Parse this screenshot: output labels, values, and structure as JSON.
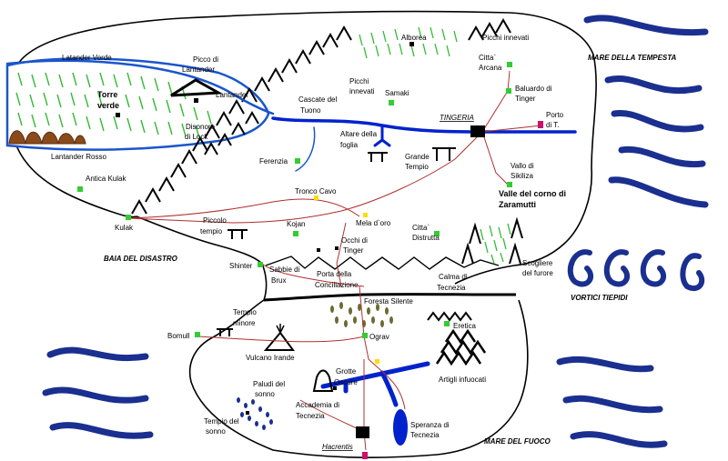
{
  "colors": {
    "sea_waves": "#1a2f8f",
    "river": "#0022cc",
    "road": "#b03030",
    "coast": "#000000",
    "forest": "#33bb33",
    "village": "#33cc33",
    "city": "#000000",
    "port": "#cc1166",
    "mine": "#ffdd00",
    "marsh": "#1a2f8f"
  },
  "seas": {
    "tempesta": "MARE DELLA TEMPESTA",
    "vortici": "VORTICI TIEPIDI",
    "disastro": "BAIA DEL DISASTRO",
    "fuoco": "MARE DEL FUOCO"
  },
  "cities": {
    "tingeria": "TINGERIA",
    "hacrentis": "Hacrentis"
  },
  "places": {
    "latander_verde": "Latander Verde",
    "picco_1": "Picco di",
    "picco_2": "Lantander",
    "lantander": "Lantander",
    "torre_1": "Torre",
    "torre_2": "verde",
    "disonore_1": "Disonore",
    "disonore_2": "di Lock",
    "lantander_rosso": "Lantander Rosso",
    "antica_kulak": "Antica Kulak",
    "kulak": "Kulak",
    "alborea": "Alborea",
    "picchi_innevati": "Picchi innevati",
    "picchi_1": "Picchi",
    "picchi_2": "innevati",
    "cascate_1": "Cascate del",
    "cascate_2": "Tuono",
    "samaki": "Samaki",
    "citta_arcana_1": "Citta`",
    "citta_arcana_2": "Arcana",
    "baluardo_1": "Baluardo di",
    "baluardo_2": "Tinger",
    "porto_1": "Porto",
    "porto_2": "di T.",
    "altare_1": "Altare della",
    "altare_2": "foglia",
    "grande_1": "Grande",
    "grande_2": "Tempio",
    "ferenzia": "Ferenzia",
    "vallo_1": "Vallo di",
    "vallo_2": "Sikiliza",
    "valle_1": "Valle del corno di",
    "valle_2": "Zaramutti",
    "tronco": "Tronco Cavo",
    "piccolo_1": "Piccolo",
    "piccolo_2": "tempio",
    "kojan": "Kojan",
    "mela": "Mela d`oro",
    "citta_distrutta_1": "Citta`",
    "citta_distrutta_2": "Distrutta",
    "occhi_1": "Occhi di",
    "occhi_2": "Tinger",
    "shinter": "Shinter",
    "sabbie_1": "Sabbie di",
    "sabbie_2": "Brux",
    "porta_1": "Porta della",
    "porta_2": "Conciliazione",
    "calma_1": "Calma di",
    "calma_2": "Tecnezia",
    "scogliere": "Scogliere",
    "furore": "del furore",
    "foresta_silente": "Foresta Silente",
    "eretica": "Eretica",
    "tempio_minore_1": "Tempio",
    "tempio_minore_2": "minore",
    "bomull": "Bomull",
    "ograv": "Ograv",
    "vulcano": "Vulcano Irande",
    "grotte_1": "Grotte",
    "grotte_2": "Oscure",
    "artigli": "Artigli infuocati",
    "paludi_1": "Paludi del",
    "paludi_2": "sonno",
    "accademia_1": "Accademia di",
    "accademia_2": "Tecnezia",
    "tempio_sonno_1": "Tempio del",
    "tempio_sonno_2": "sonno",
    "speranza_1": "Speranza di",
    "speranza_2": "Tecnezia"
  }
}
